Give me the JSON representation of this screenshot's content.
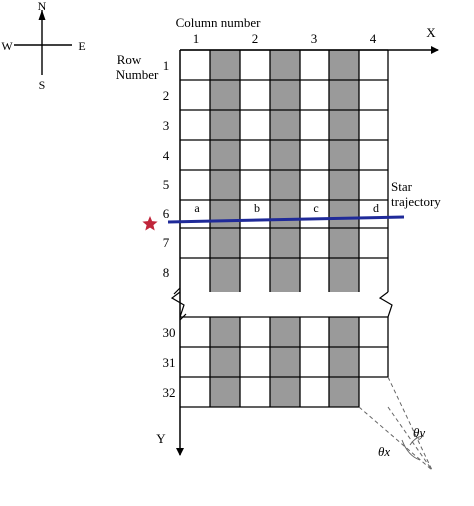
{
  "compass": {
    "north": "N",
    "south": "S",
    "east": "E",
    "west": "W"
  },
  "header": {
    "column_title": "Column number",
    "row_title_1": "Row",
    "row_title_2": "Number"
  },
  "axes": {
    "x": "X",
    "y": "Y"
  },
  "columns": [
    "1",
    "2",
    "3",
    "4"
  ],
  "rows_top": [
    "1",
    "2",
    "3",
    "4",
    "5",
    "6",
    "7",
    "8"
  ],
  "rows_bottom": [
    "30",
    "31",
    "32"
  ],
  "cells_row6": [
    "a",
    "b",
    "c",
    "d"
  ],
  "trajectory": {
    "label_1": "Star",
    "label_2": "trajectory",
    "line_color": "#1f2a99",
    "star_color": "#c0253a"
  },
  "angles": {
    "theta_y": "θy",
    "theta_x": "θx"
  },
  "colors": {
    "shaded": "#9a9a9a"
  }
}
